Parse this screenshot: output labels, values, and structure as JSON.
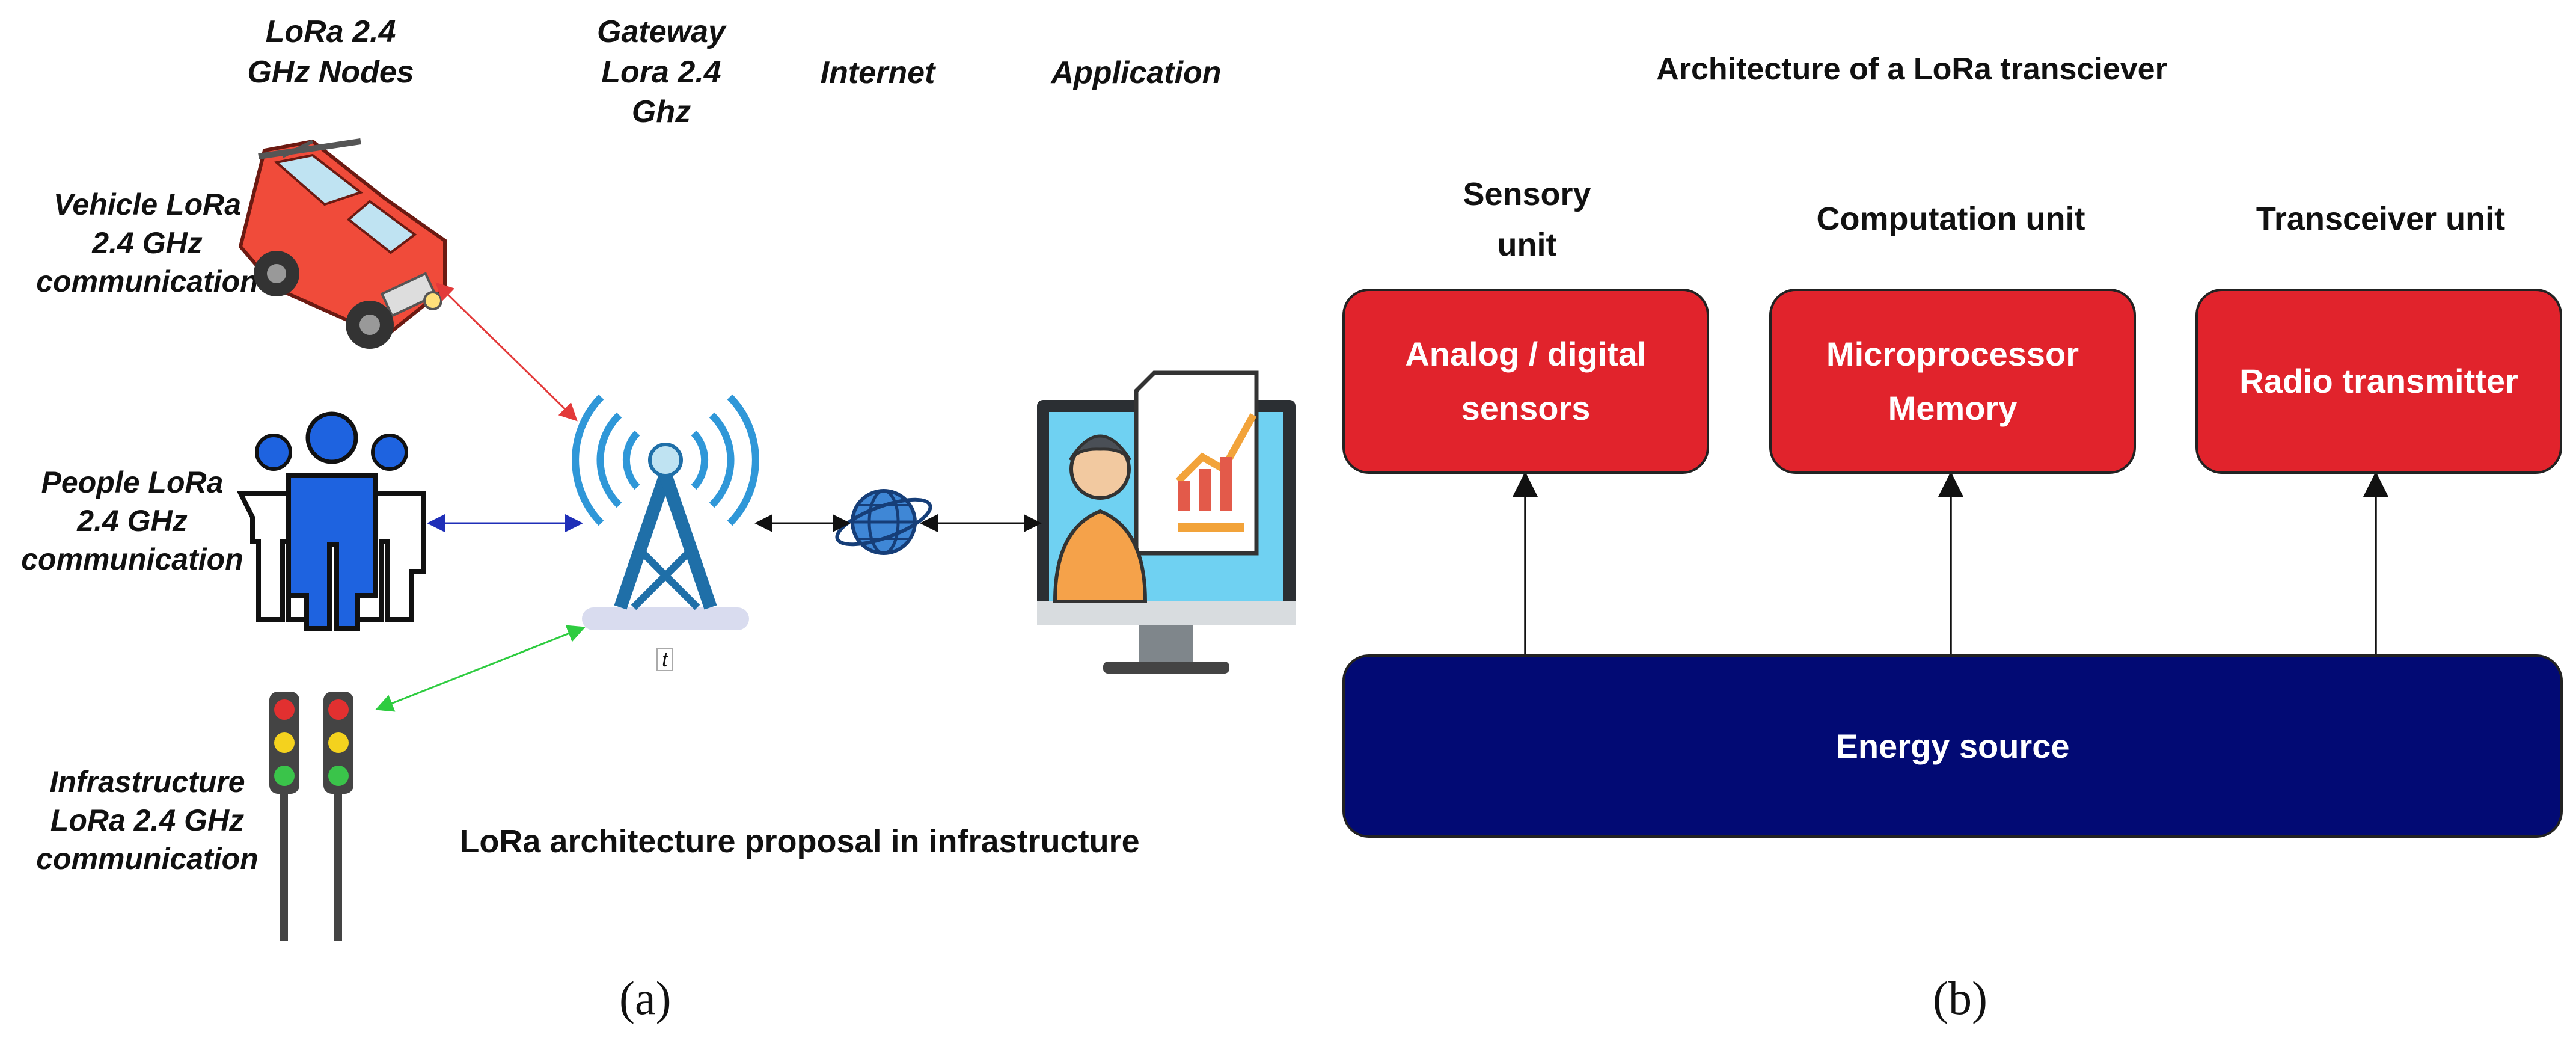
{
  "panel_a": {
    "columns": {
      "nodes": "LoRa 2.4\nGHz Nodes",
      "gateway": "Gateway\nLora 2.4\nGhz",
      "internet": "Internet",
      "application": "Application"
    },
    "vehicle_label": "Vehicle LoRa\n2.4 GHz\ncommunication",
    "people_label": "People LoRa\n2.4 GHz\ncommunication",
    "infrastructure_label": "Infrastructure\nLoRa 2.4 GHz\ncommunication",
    "tower_mark": "t",
    "proposal_title": "LoRa architecture proposal in infrastructure",
    "caption": "(a)"
  },
  "panel_b": {
    "title": "Architecture of a  LoRa transciever",
    "units": [
      {
        "heading": "Sensory\nunit",
        "box": "Analog / digital\nsensors"
      },
      {
        "heading": "Computation unit",
        "box": "Microprocessor\nMemory"
      },
      {
        "heading": "Transceiver unit",
        "box": "Radio transmitter"
      }
    ],
    "energy": "Energy source",
    "caption": "(b)"
  },
  "colors": {
    "unit_box": "#e1232c",
    "energy_box": "#020a74",
    "arrow_vehicle": "#e33a3a",
    "arrow_people": "#1f2fb8",
    "arrow_infra": "#2ecc40"
  }
}
